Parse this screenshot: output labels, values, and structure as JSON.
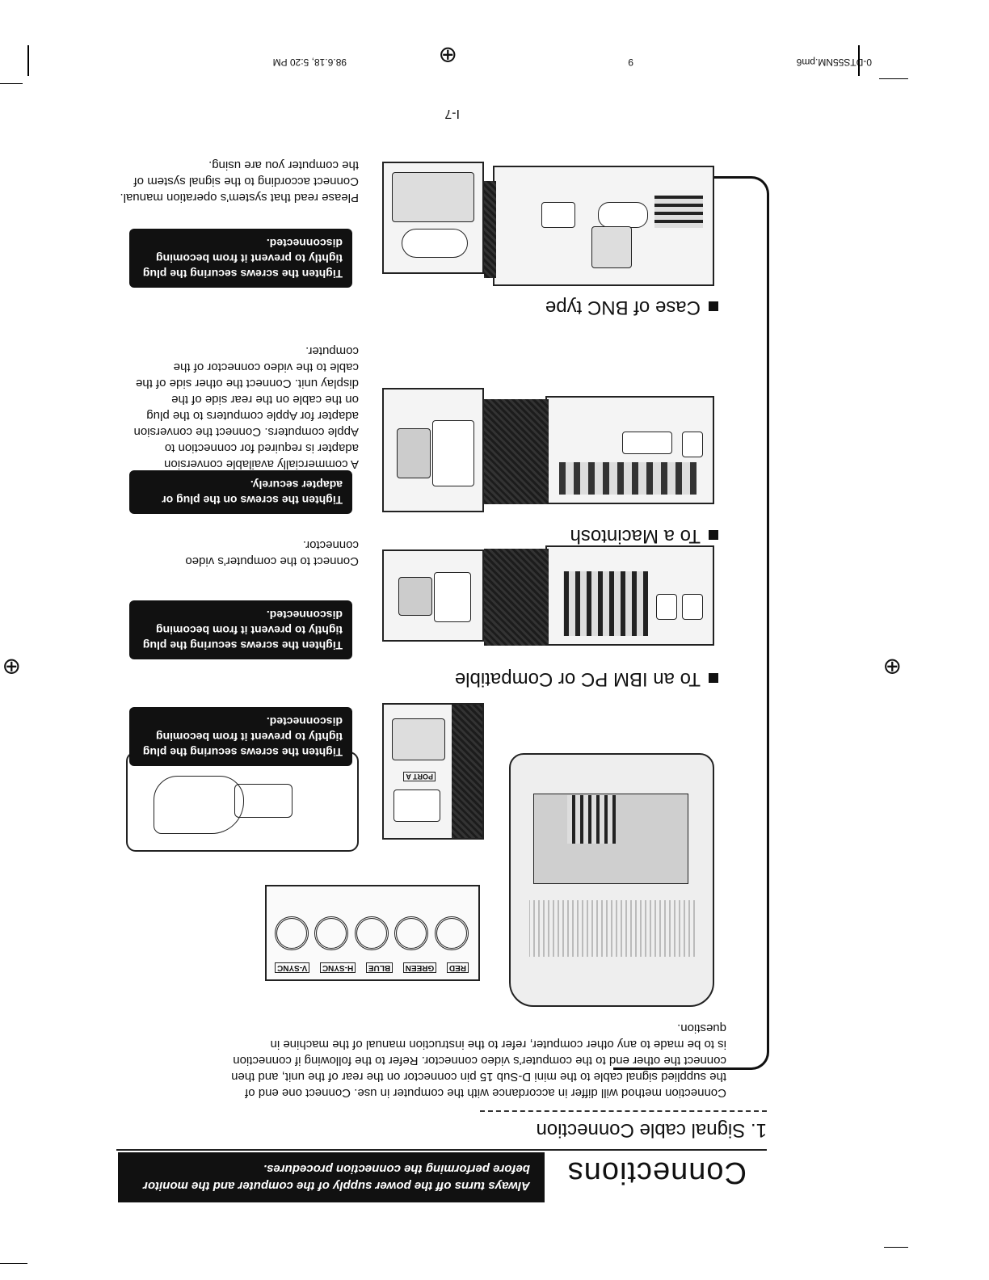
{
  "header": {
    "file": "0-DTS55NM.pm6",
    "page": "9",
    "timestamp": "98.6.18, 5:20 PM"
  },
  "section": {
    "title": "Connections",
    "warning": "Always turns off the power supply of the computer and the monitor before performing the connection procedures."
  },
  "signal": {
    "heading": "1. Signal cable Connection",
    "intro": "Connection method will differ in accordance with the computer in use. Connect one end of the supplied signal cable to the mini D-Sub 15 pin connector on the rear of the unit, and then connect the other end to the computer's video connector. Refer to the following if connection is to be made to any other computer, refer to the instruction manual of the machine in question."
  },
  "bnc_labels": [
    "RED",
    "GREEN",
    "BLUE",
    "H-SYNC",
    "V-SYNC"
  ],
  "monitor_port_label": "PORT A",
  "callout_text": "Tighten the screws securing the plug tightly to prevent it from becoming disconnected.",
  "ibm": {
    "heading": "To an IBM PC or Compatible",
    "callout": "Tighten the screws securing the plug tightly to prevent it from becoming disconnected.",
    "text": "Connect to the computer's video connector."
  },
  "mac": {
    "heading": "To a Macintosh",
    "callout": "Tighten the screws on the plug or adapter securely.",
    "text": "A commercially available conversion adapter is required for connection to Apple computers. Connect the conversion adapter for Apple computers to the plug on the cable on the rear side of the display unit. Connect the other side of the cable to the video connector of the computer."
  },
  "bnc": {
    "heading": "Case of BNC type",
    "callout": "Tighten the screws securing the plug tightly to prevent it from becoming disconnected.",
    "text": "Please read that system's operation manual. Connect according to the signal system of the computer you are using."
  },
  "page_number": "I-7"
}
